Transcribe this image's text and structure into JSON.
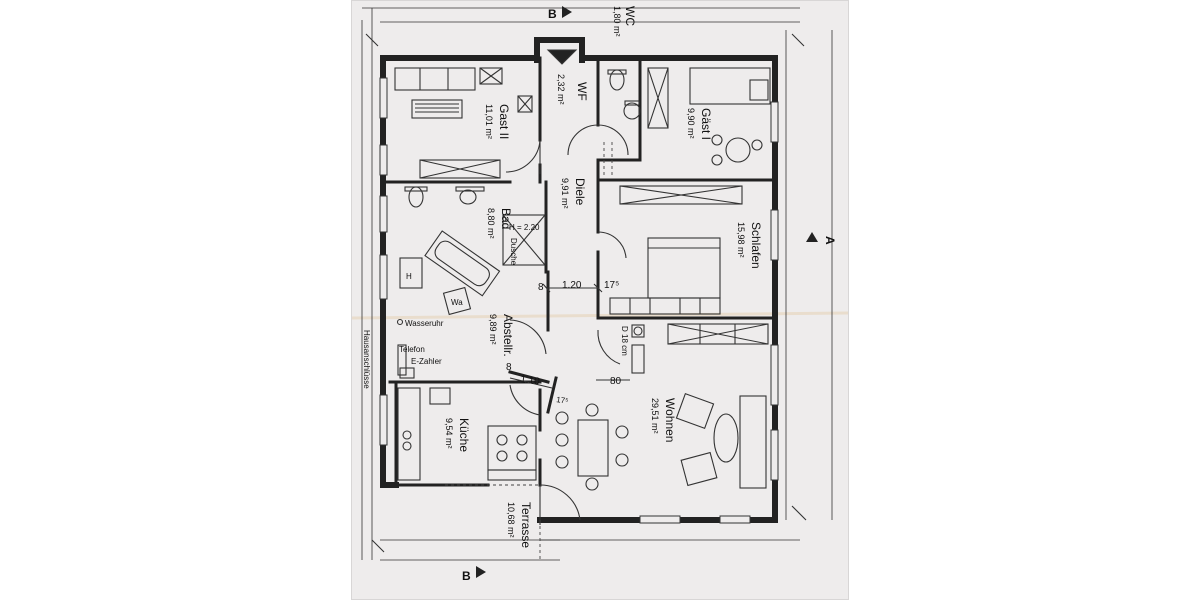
{
  "rooms": {
    "wc": {
      "name": "WC",
      "area": "1,80 m²"
    },
    "wf": {
      "name": "WF",
      "area": "2,32 m²"
    },
    "gast2": {
      "name": "Gast II",
      "area": "11,01 m²"
    },
    "gast1": {
      "name": "Gäst I",
      "area": "9,90 m²"
    },
    "diele": {
      "name": "Diele",
      "area": "9,91 m²"
    },
    "bad": {
      "name": "Bad",
      "area": "8,80 m²"
    },
    "schlafen": {
      "name": "Schlafen",
      "area": "15,98 m²"
    },
    "abstell": {
      "name": "Abstellr.",
      "area": "9,89 m²"
    },
    "wohnen": {
      "name": "Wohnen",
      "area": "29,51 m²"
    },
    "kueche": {
      "name": "Küche",
      "area": "9,54 m²"
    },
    "terrasse": {
      "name": "Terrasse",
      "area": "10,68 m²"
    }
  },
  "section_markers": {
    "b_top": "B",
    "b_bottom": "B",
    "a_right": "A"
  },
  "dimensions": {
    "door_width_1": "1.20",
    "wall_1": "17⁵",
    "wall_left_1": "8",
    "door_width_2": "1.10",
    "wall_2": "17⁵",
    "wall_left_2": "8",
    "door_80": "80",
    "shower_height": "H = 2.20",
    "depth_18": "D 18 cm"
  },
  "annotations": {
    "dusche": "Dusche",
    "heater": "H",
    "washer": "Wa",
    "wasseruhr": "Wasseruhr",
    "telefon": "Telefon",
    "e_zaehler": "E-Zahler",
    "hausanschluesse": "Hausanschlüsse"
  }
}
